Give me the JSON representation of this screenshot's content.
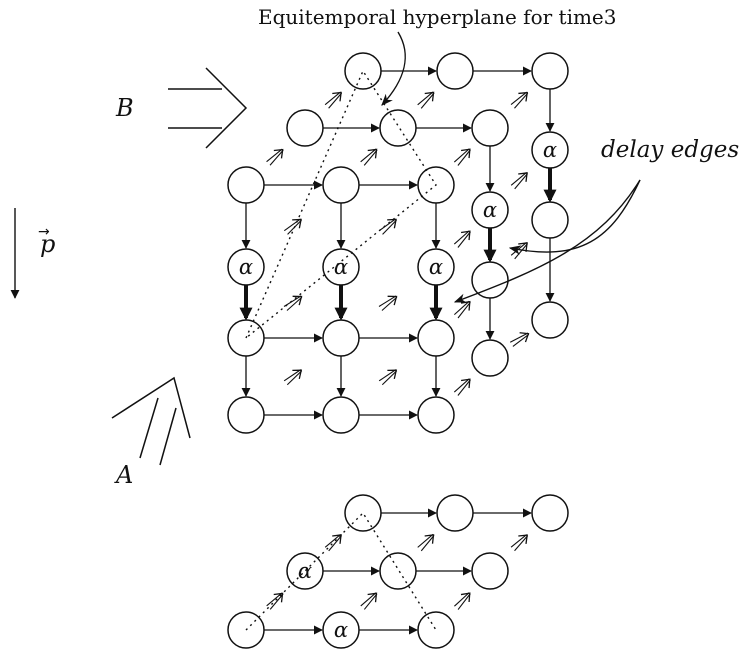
{
  "labels": {
    "hyperplane_title": "Equitemporal hyperplane for time3",
    "delay_edges": "delay edges",
    "B": "B",
    "A": "A",
    "p_vec": "p",
    "p_arrow": "→",
    "alpha": "α"
  },
  "colors": {
    "stroke": "#111111",
    "background": "#ffffff"
  }
}
